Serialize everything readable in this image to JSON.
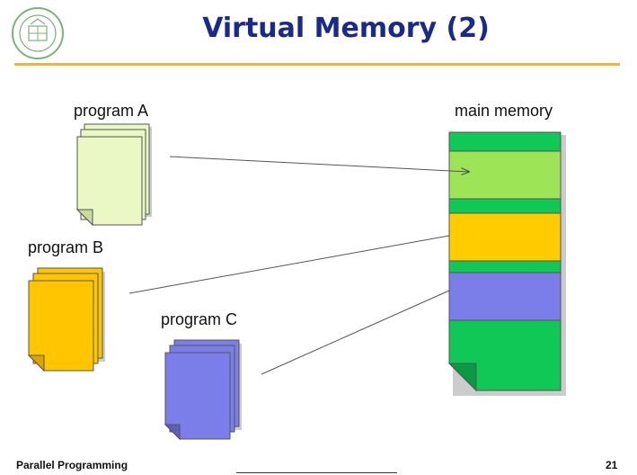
{
  "slide": {
    "title": "Virtual Memory (2)",
    "footer_left": "Parallel Programming",
    "page_number": "21"
  },
  "diagram": {
    "program_a_label": "program A",
    "program_b_label": "program B",
    "program_c_label": "program C",
    "memory_label": "main memory",
    "colors": {
      "program_a": "#eaf8c6",
      "program_b": "#ffc600",
      "program_c": "#7b7de8",
      "memory_free": "#10c855",
      "memory_a": "#9ee457",
      "memory_b": "#ffcc00",
      "memory_c": "#7b7de8",
      "accent_rule": "#f2b33d",
      "title": "#1a2a8c"
    }
  }
}
